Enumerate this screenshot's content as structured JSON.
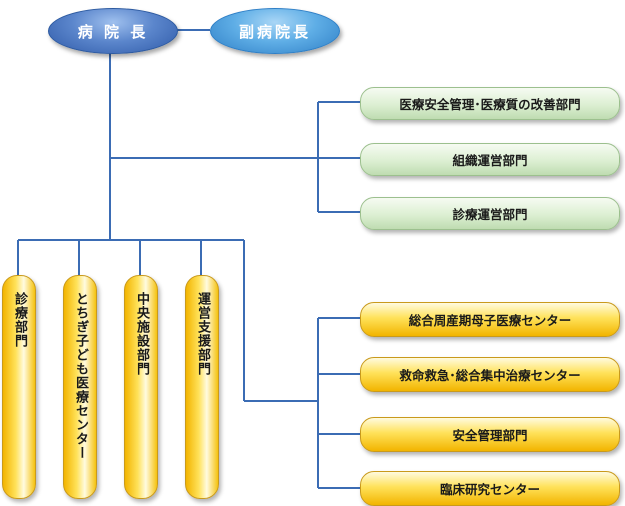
{
  "top": {
    "director": "病 院 長",
    "vice_director": "副病院長"
  },
  "upper_departments": [
    "医療安全管理･医療質の改善部門",
    "組織運営部門",
    "診療運営部門"
  ],
  "vertical_departments": [
    "診療部門",
    "とちぎ子ども医療センター",
    "中央施設部門",
    "運営支援部門"
  ],
  "lower_centers": [
    "総合周産期母子医療センター",
    "救命救急･総合集中治療センター",
    "安全管理部門",
    "臨床研究センター"
  ],
  "colors": {
    "connector": "#3b6cb4",
    "green_box": "#dcefd2",
    "yellow_box": "#ffe25a",
    "director_ellipse": "#5b86cc",
    "vice_ellipse": "#5faee6"
  }
}
